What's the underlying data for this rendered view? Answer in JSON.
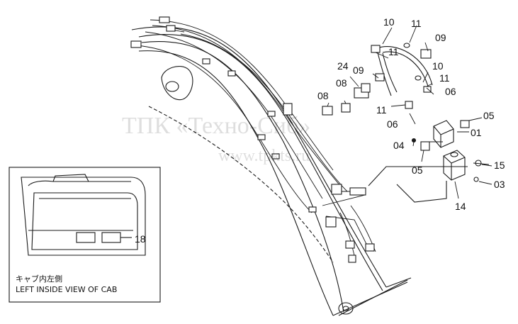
{
  "watermark": {
    "line1": "ТПК «Техно-Сиб»",
    "line2": "www.tpkts.ru"
  },
  "labels": {
    "p10a": "10",
    "p11a": "11",
    "p09a": "09",
    "p11b": "11",
    "p24": "24",
    "p09b": "09",
    "p10b": "10",
    "p11c": "11",
    "p08a": "08",
    "p08b": "08",
    "p06a": "06",
    "p11d": "11",
    "p06b": "06",
    "p05a": "05",
    "p01": "01",
    "p04": "04",
    "p05b": "05",
    "p15": "15",
    "p03": "03",
    "p14": "14",
    "p18": "18"
  },
  "inset": {
    "caption_jp": "キャブ内左側",
    "caption_en": "LEFT INSIDE VIEW OF CAB"
  }
}
